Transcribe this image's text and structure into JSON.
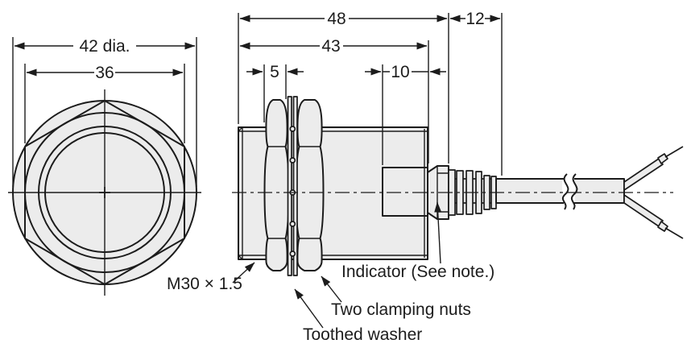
{
  "diagram": {
    "front_view": {
      "dim_diameter": "42 dia.",
      "dim_across_flats": "36"
    },
    "side_view": {
      "dim_overall": "48",
      "dim_body": "43",
      "dim_clamping_nut": "5",
      "dim_indicator": "10",
      "dim_strain_relief": "12"
    },
    "callouts": {
      "thread_spec": "M30 × 1.5",
      "indicator": "Indicator (See note.)",
      "clamping_nuts": "Two clamping nuts",
      "toothed_washer": "Toothed washer"
    },
    "colors": {
      "line": "#1c1c1c",
      "metal_fill": "#ececec",
      "background": "#ffffff"
    }
  }
}
